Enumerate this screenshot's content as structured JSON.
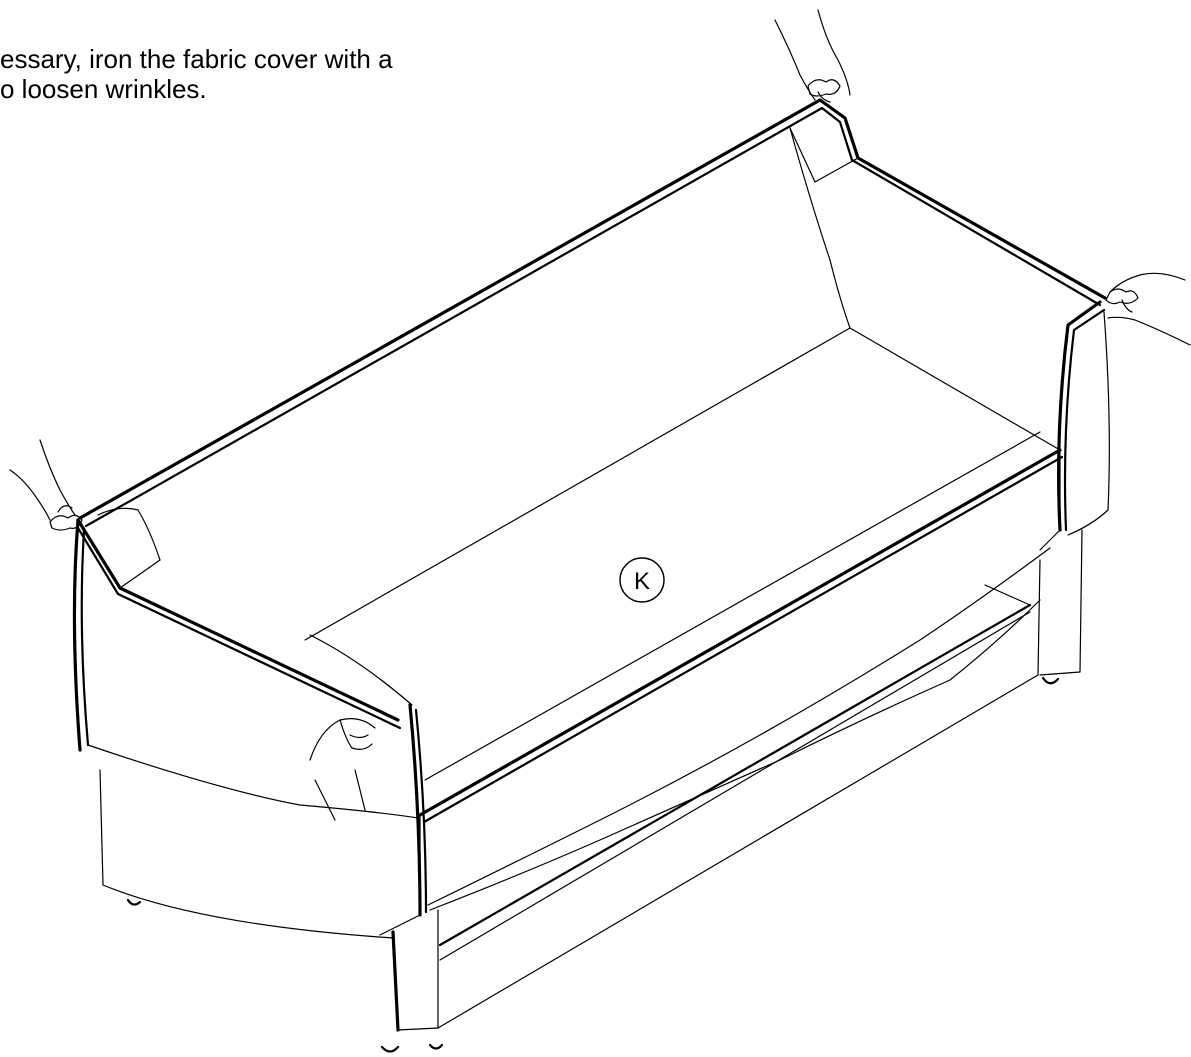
{
  "instruction": {
    "line1": "essary, iron the fabric cover with a",
    "line2": "o loosen wrinkles."
  },
  "diagram": {
    "part_label": "K"
  }
}
